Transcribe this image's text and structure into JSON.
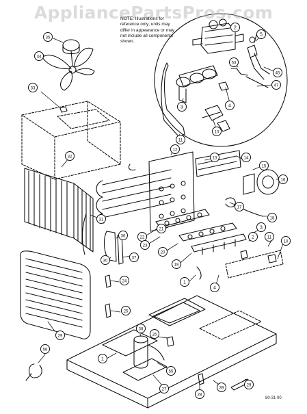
{
  "watermark": "AppliancePartsPros.com",
  "note": "NOTE: Illustrations for reference only; units may differ in appearance or may not include all components shown.",
  "document_code": "80-31 00",
  "callouts": [
    "2",
    "5",
    "45",
    "53",
    "47",
    "3",
    "4",
    "10",
    "11",
    "35",
    "34",
    "33",
    "32",
    "12",
    "13",
    "14",
    "15",
    "16",
    "17",
    "18",
    "31",
    "22",
    "23",
    "21",
    "20",
    "19",
    "3",
    "2",
    "11",
    "10",
    "36",
    "37",
    "30",
    "1",
    "4",
    "24",
    "25",
    "29",
    "56",
    "38",
    "26",
    "1",
    "55",
    "27",
    "28",
    "39",
    "29"
  ]
}
